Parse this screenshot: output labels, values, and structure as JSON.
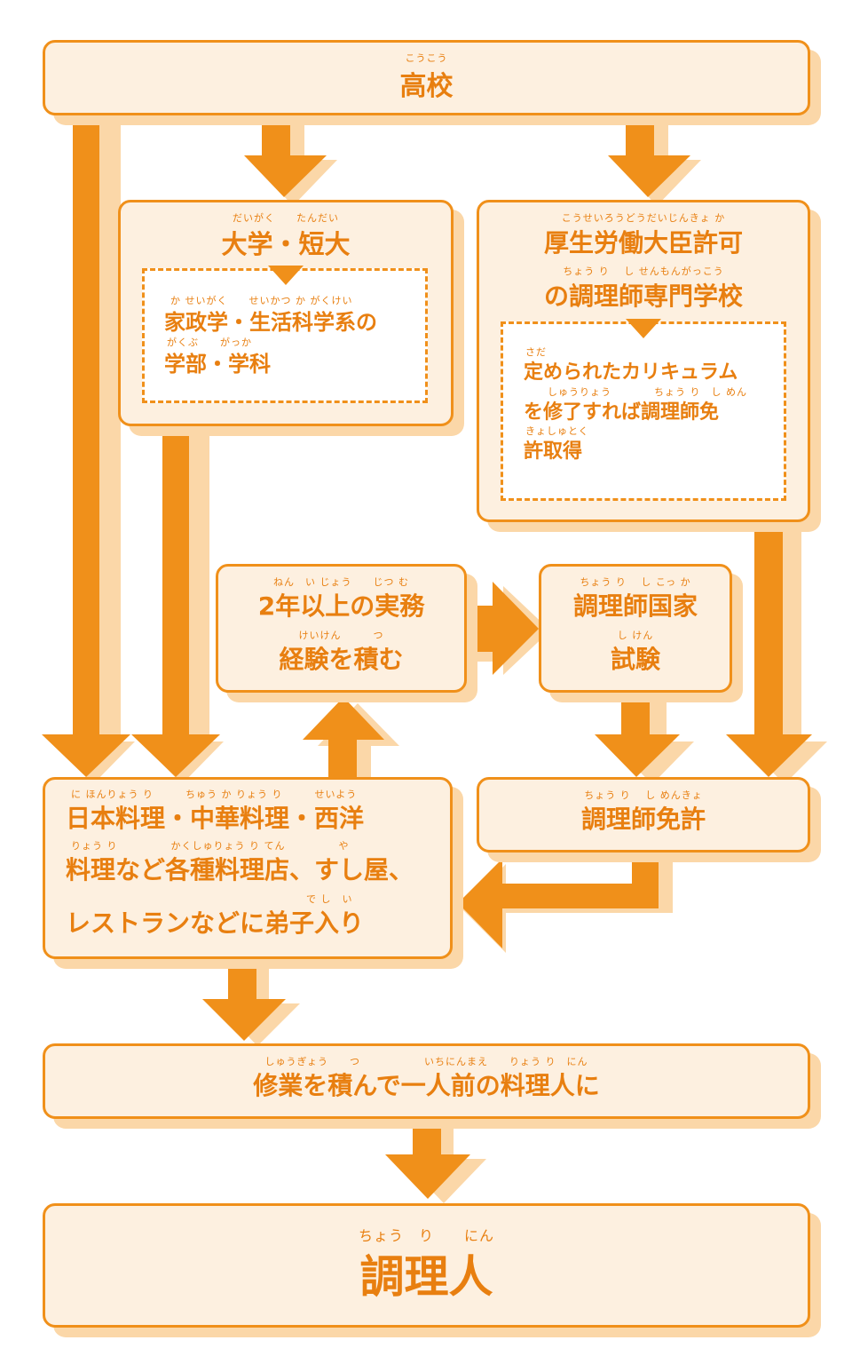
{
  "high_school": {
    "ruby": "こうこう",
    "label": "高校"
  },
  "university": {
    "ruby": "だいがく　　たんだい",
    "label": "大学・短大"
  },
  "university_note": {
    "ruby1": "か せいがく　　せいかつ か がくけい",
    "line1": "家政学・生活科学系の",
    "ruby2": "がくぶ　　がっか",
    "line2": "学部・学科"
  },
  "vocational_school": {
    "ruby1": "こうせいろうどうだいじんきょ か",
    "line1": "厚生労働大臣許可",
    "ruby2": "ちょう り　 し せんもんがっこう",
    "line2": "の調理師専門学校"
  },
  "vocational_note": {
    "ruby1": "さだ",
    "line1": "定められたカリキュラム",
    "ruby2": "しゅうりょう　　　　ちょう り　し めん",
    "line2": "を修了すれば調理師免",
    "ruby3": "きょしゅとく",
    "line3": "許取得"
  },
  "work_experience": {
    "ruby1": "ねん　い じょう　　じつ む",
    "line1": "2年以上の実務",
    "ruby2": "けいけん　　　つ",
    "line2": "経験を積む"
  },
  "national_exam": {
    "ruby1": "ちょう り　 し こっ か",
    "line1": "調理師国家",
    "ruby2": "し けん",
    "line2": "試験"
  },
  "license": {
    "ruby": "ちょう り　 し めんきょ",
    "label": "調理師免許"
  },
  "apprentice": {
    "ruby1": "に ほんりょう り　　　ちゅう か りょう り　　　せいよう",
    "line1": "日本料理・中華料理・西洋",
    "ruby2": "りょう り　　　　　かくしゅりょう り てん　　　　　や",
    "line2": "料理など各種料理店、すし屋、",
    "ruby3": "で し　い",
    "line3": "レストランなどに弟子入り"
  },
  "training": {
    "ruby": "しゅうぎょう　　つ　　　　　　いちにんまえ　　りょう り　にん",
    "label": "修業を積んで一人前の料理人に"
  },
  "cook": {
    "ruby": "ちょう　り　　にん",
    "label": "調理人"
  },
  "colors": {
    "orange": "#f0901a",
    "shadow": "#fbd7a8",
    "box_fill": "#fdf0e0",
    "text": "#e87f10"
  }
}
